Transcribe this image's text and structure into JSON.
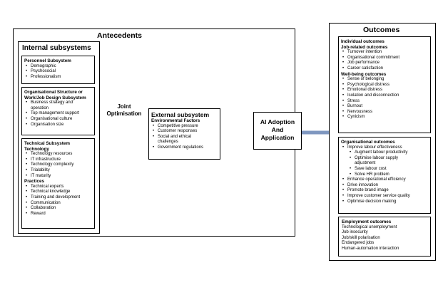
{
  "antecedents": {
    "title": "Antecedents",
    "internal": {
      "title": "Internal subsystems",
      "personnel": {
        "title": "Personnel Subsystem",
        "items": [
          "Demographic",
          "Psychosocial",
          "Professionalism"
        ]
      },
      "organisational": {
        "title_line1": "Organisational Structure or",
        "title_line2": "Work/Job Design Subsystem",
        "items": [
          "Business strategy and",
          "operation",
          "Top management support",
          "Organisational culture",
          "Organisation size"
        ]
      },
      "technical": {
        "title": "Technical Subsystem",
        "technology_label": "Technology",
        "technology_items": [
          "Technology resources",
          "IT infrastructure",
          "Technology complexity",
          "Trialability",
          "IT maturity"
        ],
        "practices_label": "Practices",
        "practices_items": [
          "Technical experts",
          "Technical knowledge",
          "Training and development",
          "Communication",
          "Collaboration",
          "Reward"
        ]
      }
    },
    "joint": {
      "line1": "Joint",
      "line2": "Optimisation"
    },
    "external": {
      "title": "External subsystem",
      "factors_label": "Environmental Factors",
      "items": [
        "Competitive pressure",
        "Customer responses",
        "Social and ethical",
        "challenges",
        "Government regulations"
      ]
    }
  },
  "ai": {
    "line1": "AI Adoption",
    "line2": "And",
    "line3": "Application"
  },
  "outcomes": {
    "title": "Outcomes",
    "individual": {
      "title": "Individual outcomes",
      "job_label": "Job-related outcomes",
      "job_items": [
        "Turnover intention",
        "Organisational commitment",
        "Job performance",
        "Career satisfaction"
      ],
      "wellbeing_label": "Well-being outcomes",
      "wellbeing_items": [
        "Sense of belonging",
        "Psychological distress",
        "Emotional distress",
        "Isolation and disconnection",
        "Stress",
        "Burnout",
        "Nervousness",
        "Cynicism"
      ]
    },
    "organisational": {
      "title": "Organisational outcomes",
      "improve": "Improve labour effectiveness",
      "sub_items": [
        "Augment labour productivity",
        "Optimise labour supply",
        "adjustment",
        "Save labour cost",
        "Solve HR problem"
      ],
      "other_items": [
        "Enhance operational efficiency",
        "Drive innovation",
        "Promote brand image",
        "Improve customer service quality",
        "Optimise decision making"
      ]
    },
    "employment": {
      "title": "Employment outcomes",
      "items": [
        "Technological unemployment",
        "Job insecurity",
        "Job/skill polarisation",
        "Endangered jobs",
        "Human-automation interaction"
      ]
    }
  },
  "arrow_color": "#7f97c0"
}
